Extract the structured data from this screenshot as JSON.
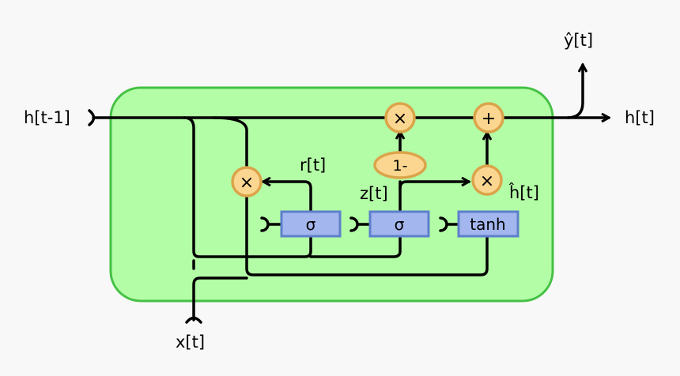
{
  "labels": {
    "h_prev": "h[t-1]",
    "h_out": "h[t]",
    "y_out": "ŷ[t]",
    "x_in": "x[t]",
    "r": "r[t]",
    "z": "z[t]",
    "h_hat": "ĥ[t]"
  },
  "nodes": {
    "mult_top": "×",
    "add_top": "+",
    "mult_reset": "×",
    "mult_update": "×",
    "one_minus": "1-",
    "sigma_reset": "σ",
    "sigma_update": "σ",
    "tanh": "tanh"
  },
  "colors": {
    "background": "#f8f8f8",
    "cell_fill": "#b3fda6",
    "cell_stroke": "#45c145",
    "op_fill": "#fbd690",
    "op_stroke": "#dba44a",
    "gate_fill": "#a3b6ee",
    "gate_stroke": "#5e7fcc",
    "line": "#000000"
  }
}
